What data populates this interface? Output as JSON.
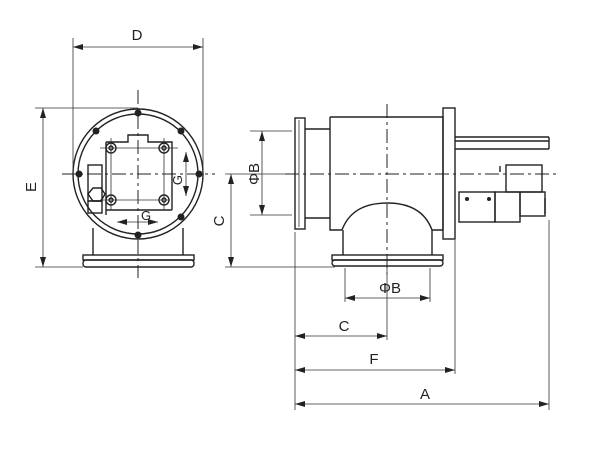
{
  "drawing": {
    "front_view": {
      "dim_D": "D",
      "dim_E": "E",
      "dim_C": "C",
      "dim_G_vertical": "G",
      "dim_G_horizontal": "G"
    },
    "side_view": {
      "dim_phiB_vertical": "ΦB",
      "dim_phiB_horizontal": "ΦB",
      "dim_C": "C",
      "dim_F": "F",
      "dim_A": "A"
    },
    "colors": {
      "line": "#222222",
      "background": "#ffffff"
    }
  }
}
